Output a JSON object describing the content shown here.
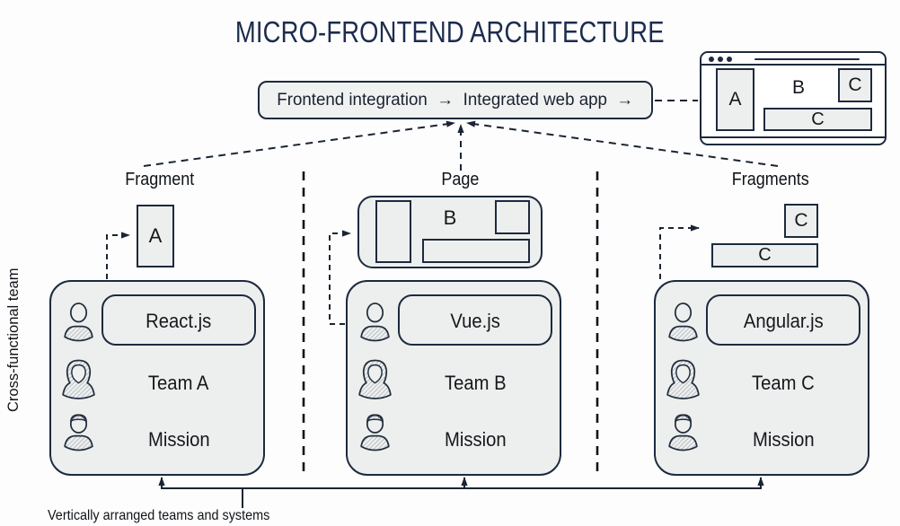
{
  "title": "MICRO-FRONTEND ARCHITECTURE",
  "integration_box": {
    "left_label": "Frontend integration",
    "arrow1": "→",
    "right_label": "Integrated web app",
    "arrow2": "→"
  },
  "browser_preview": {
    "fragment_a": "A",
    "label_b": "B",
    "fragment_c_small": "C",
    "fragment_c_wide": "C"
  },
  "columns": {
    "left": {
      "label": "Fragment",
      "fragment_label": "A",
      "framework": "React.js",
      "team": "Team A",
      "mission": "Mission"
    },
    "center": {
      "label": "Page",
      "page_label": "B",
      "framework": "Vue.js",
      "team": "Team B",
      "mission": "Mission"
    },
    "right": {
      "label": "Fragments",
      "fragment_small": "C",
      "fragment_wide": "C",
      "framework": "Angular.js",
      "team": "Team C",
      "mission": "Mission"
    }
  },
  "side_label": "Cross-functional team",
  "bottom_label": "Vertically arranged teams and systems",
  "colors": {
    "line": "#1d2a3e",
    "box_fill": "#edefee",
    "title_text": "#1c2c4e",
    "body_text": "#15181c"
  }
}
